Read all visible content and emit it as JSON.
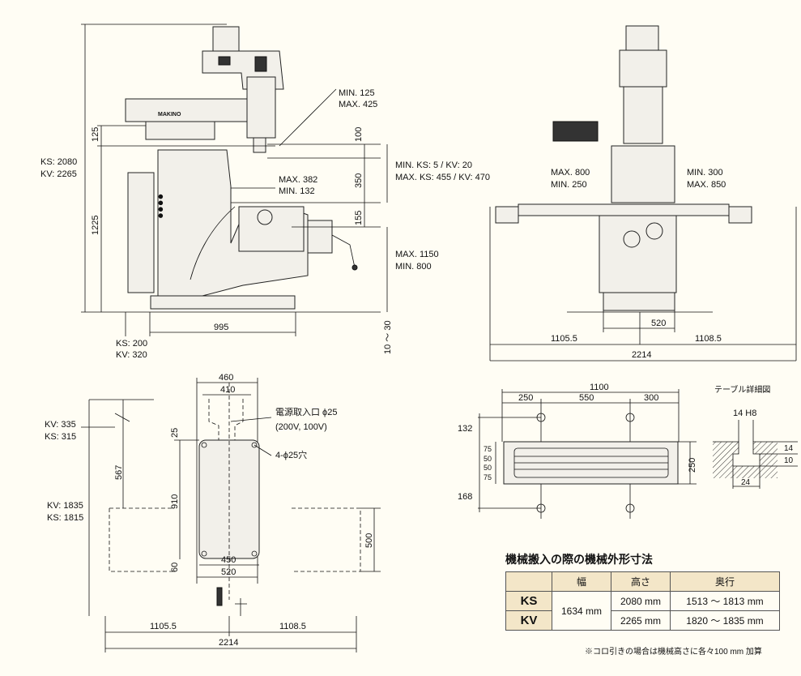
{
  "front_view": {
    "overall_height": [
      "KS: 2080",
      "KV: 2265"
    ],
    "dim_125": "125",
    "dim_1225": "1225",
    "ram_travel": [
      "MIN. 125",
      "MAX. 425"
    ],
    "dim_100": "100",
    "dim_350": "350",
    "dim_155": "155",
    "spindle_range": [
      "MIN. KS: 5 / KV: 20",
      "MAX. KS: 455 /  KV: 470"
    ],
    "knee_range": [
      "MAX. 382",
      "MIN.  132"
    ],
    "table_height": [
      "MAX. 1150",
      "MIN.  800"
    ],
    "base_width": "995",
    "base_offset": [
      "KS: 200",
      "KV: 320"
    ],
    "leveling": "10 ～ 30",
    "brand": "MAKINO"
  },
  "side_view": {
    "left_range": [
      "MAX. 800",
      "MIN.  250"
    ],
    "right_range": [
      "MIN.  300",
      "MAX. 850"
    ],
    "left_width": "1105.5",
    "center_width": "520",
    "right_width": "1108.5",
    "total_width": "2214"
  },
  "plan_view": {
    "dim_460": "460",
    "dim_410": "410",
    "power_inlet": "電源取入口 ϕ25",
    "power_voltage": "(200V, 100V)",
    "holes": "4-ϕ25穴",
    "left_offset": [
      "KV: 335",
      "KS: 315"
    ],
    "dim_25": "25",
    "dim_567": "567",
    "dim_910": "910",
    "depth": [
      "KV: 1835",
      "KS: 1815"
    ],
    "dim_500": "500",
    "dim_60": "60",
    "dim_450": "450",
    "dim_520": "520",
    "left_width": "1105.5",
    "right_width": "1108.5",
    "total_width": "2214"
  },
  "table_view": {
    "dim_1100": "1100",
    "dim_250": "250",
    "dim_550": "550",
    "dim_300": "300",
    "dim_132": "132",
    "dim_168": "168",
    "slot_75a": "75",
    "slot_50a": "50",
    "slot_50b": "50",
    "slot_75b": "75",
    "dim_250v": "250"
  },
  "detail_view": {
    "title": "テーブル詳細図",
    "slot_label": "14 H8",
    "dim_14": "14",
    "dim_10": "10",
    "dim_24": "24"
  },
  "spec_table": {
    "title": "機械搬入の際の機械外形寸法",
    "headers": [
      "",
      "幅",
      "高さ",
      "奥行"
    ],
    "rows": [
      {
        "model": "KS",
        "width": "1634 mm",
        "height": "2080 mm",
        "depth": "1513 ～ 1813 mm"
      },
      {
        "model": "KV",
        "width": "1634 mm",
        "height": "2265 mm",
        "depth": "1820 ～ 1835 mm"
      }
    ],
    "note": "※コロ引きの場合は機械高さに各々100 mm 加算"
  },
  "colors": {
    "header_fill": "#f3e6c8",
    "background": "#fffdf4"
  }
}
